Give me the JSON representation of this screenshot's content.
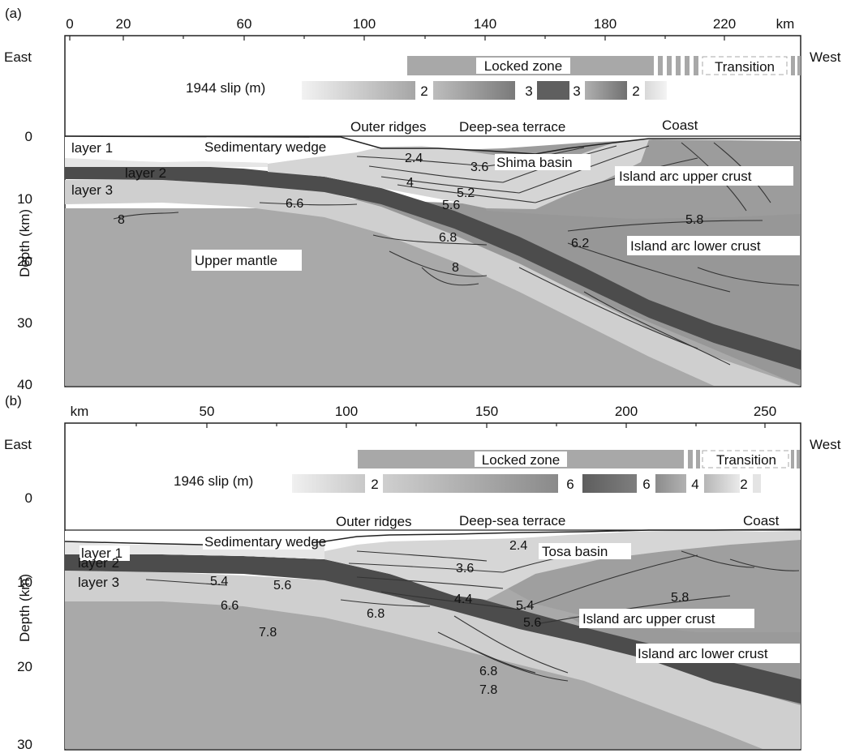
{
  "panel_a": {
    "letter": "(a)",
    "x_ticks": [
      "0",
      "20",
      "60",
      "100",
      "140",
      "180",
      "220"
    ],
    "x_unit": "km",
    "east": "East",
    "west": "West",
    "y_ticks": [
      "0",
      "10",
      "20",
      "30",
      "40"
    ],
    "y_label": "Depth (km)",
    "locked_zone": "Locked zone",
    "transition": "Transition",
    "slip_label": "1944 slip (m)",
    "slip_values": [
      "2",
      "3",
      "3",
      "2"
    ],
    "outer_ridges": "Outer ridges",
    "deep_sea_terrace": "Deep-sea terrace",
    "coast": "Coast",
    "layer1": "layer 1",
    "layer2": "layer 2",
    "layer3": "layer 3",
    "sed_wedge": "Sedimentary wedge",
    "basin": "Shima basin",
    "upper_crust": "Island arc upper crust",
    "lower_crust": "Island arc lower crust",
    "upper_mantle": "Upper mantle",
    "velocities": [
      "2.4",
      "3.6",
      "4",
      "5.2",
      "5.6",
      "6.6",
      "8",
      "5.8",
      "6.8",
      "6.2",
      "8"
    ]
  },
  "panel_b": {
    "letter": "(b)",
    "x_unit": "km",
    "x_ticks": [
      "50",
      "100",
      "150",
      "200",
      "250"
    ],
    "east": "East",
    "west": "West",
    "y_ticks": [
      "0",
      "10",
      "20",
      "30"
    ],
    "y_label": "Depth (km)",
    "locked_zone": "Locked zone",
    "transition": "Transition",
    "slip_label": "1946 slip (m)",
    "slip_values": [
      "2",
      "6",
      "6",
      "4",
      "2"
    ],
    "outer_ridges": "Outer ridges",
    "deep_sea_terrace": "Deep-sea terrace",
    "coast": "Coast",
    "layer1": "layer 1",
    "layer2": "layer 2",
    "layer3": "layer 3",
    "sed_wedge": "Sedimentary wedge",
    "basin": "Tosa basin",
    "upper_crust": "Island arc upper crust",
    "lower_crust": "Island arc lower crust",
    "velocities": [
      "2.4",
      "3.6",
      "5.4",
      "5.6",
      "4.4",
      "5.4",
      "5.8",
      "6.6",
      "6.8",
      "5.6",
      "7.8",
      "6.8",
      "7.8"
    ]
  }
}
